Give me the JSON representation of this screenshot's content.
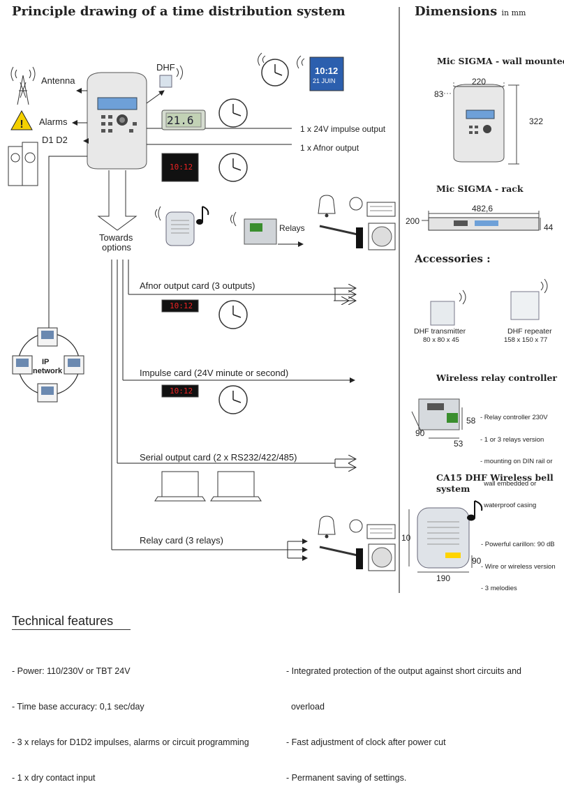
{
  "left_title": "Principle drawing of a time distribution system",
  "right_title": "Dimensions",
  "right_title_unit": "in mm",
  "labels": {
    "antenna": "Antenna",
    "alarms": "Alarms",
    "d1d2": "D1 D2",
    "dhf": "DHF",
    "impulse_output": "1 x 24V impulse output",
    "afnor_output": "1 x Afnor output",
    "towards_options_1": "Towards",
    "towards_options_2": "options",
    "relays": "Relays",
    "afnor_card": "Afnor output card (3 outputs)",
    "impulse_card": "Impulse card (24V minute or second)",
    "serial_card": "Serial output card (2 x RS232/422/485)",
    "relay_card": "Relay card (3 relays)",
    "ip_1": "IP",
    "ip_2": "network",
    "display_value": "21.6",
    "clock_date_1": "10:12",
    "clock_date_2": "21 JUIN",
    "led_value": "10:12"
  },
  "dimensions": {
    "wall_title": "Mic SIGMA - wall mounted",
    "wall_w": "220",
    "wall_d": "83",
    "wall_h": "322",
    "rack_title": "Mic SIGMA - rack",
    "rack_w": "482,6",
    "rack_d": "200",
    "rack_h": "44",
    "accessories_title": "Accessories :",
    "transmitter_name": "DHF transmitter",
    "transmitter_dims": "80 x 80 x 45",
    "repeater_name": "DHF repeater",
    "repeater_dims": "158 x 150 x 77",
    "relay_ctrl_title": "Wireless relay controller",
    "relay_ctrl_notes": [
      "- Relay controller 230V",
      "- 1 or 3 relays version",
      "- mounting on DIN rail or",
      "  wall embedded or",
      "  waterproof casing"
    ],
    "relay_ctrl_d": "90",
    "relay_ctrl_h": "58",
    "relay_ctrl_w": "53",
    "bell_title_1": "CA15 DHF Wireless bell",
    "bell_title_2": "system",
    "bell_notes": [
      "- Powerful carillon: 90 dB",
      "- Wire or wireless version",
      "- 3 melodies"
    ],
    "bell_h": "10",
    "bell_d": "90",
    "bell_w": "190"
  },
  "technical": {
    "title": "Technical features",
    "left": [
      "- Power: 110/230V or TBT 24V",
      "- Time base accuracy: 0,1 sec/day",
      "- 3 x relays for D1D2 impulses, alarms or circuit programming",
      "- 1 x dry contact input"
    ],
    "right": [
      "- Integrated protection of the output against short circuits and",
      "  overload",
      "- Fast adjustment of clock after power cut",
      "- Permanent saving of settings."
    ]
  }
}
